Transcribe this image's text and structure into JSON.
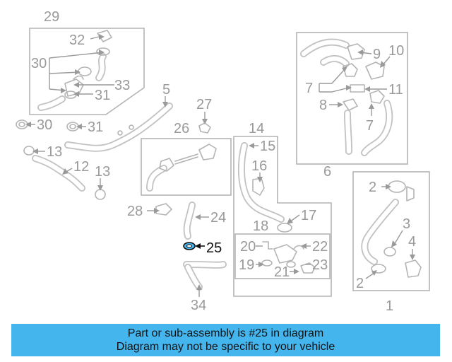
{
  "highlight_color": "#45b5ee",
  "banner": {
    "line1": "Part or sub-assembly is #25 in diagram",
    "line2": "Diagram may not be specific to your vehicle"
  },
  "callouts": {
    "c1": "1",
    "c2a": "2",
    "c2b": "2",
    "c3": "3",
    "c4": "4",
    "c5": "5",
    "c6": "6",
    "c7a": "7",
    "c7b": "7",
    "c8": "8",
    "c9": "9",
    "c10": "10",
    "c11": "11",
    "c12": "12",
    "c13a": "13",
    "c13b": "13",
    "c14": "14",
    "c15": "15",
    "c16": "16",
    "c17": "17",
    "c18": "18",
    "c19": "19",
    "c20": "20",
    "c21": "21",
    "c22": "22",
    "c23": "23",
    "c24": "24",
    "c25": "25",
    "c26": "26",
    "c27": "27",
    "c28": "28",
    "c29": "29",
    "c30a": "30",
    "c30b": "30",
    "c31a": "31",
    "c31b": "31",
    "c32": "32",
    "c33": "33",
    "c34": "34"
  }
}
